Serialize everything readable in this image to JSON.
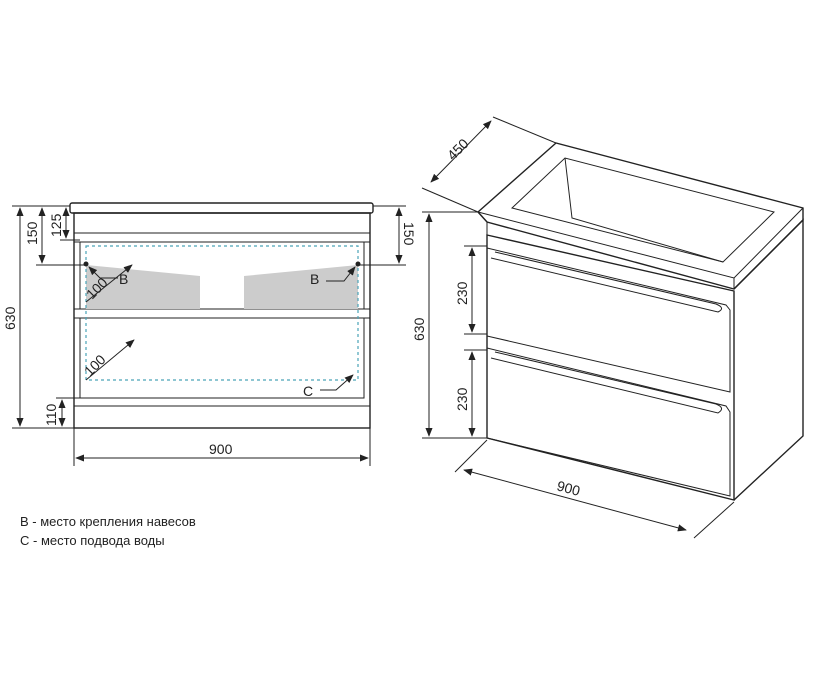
{
  "front_view": {
    "width": "900",
    "height": "630",
    "top_offset_outer": "150",
    "top_offset_inner": "125",
    "top_offset_right": "150",
    "plinth": "110",
    "inset_upper": "100",
    "inset_lower": "100",
    "marker_b_left": "B",
    "marker_b_right": "B",
    "marker_c": "C"
  },
  "iso_view": {
    "depth": "450",
    "height": "630",
    "drawer_upper": "230",
    "drawer_lower": "230",
    "width": "900"
  },
  "legend": [
    "B - место крепления навесов",
    "C - место подвода воды"
  ],
  "colors": {
    "line": "#222222",
    "dashed_outline": "#4aa3b8",
    "zone_fill": "#cccccc"
  }
}
